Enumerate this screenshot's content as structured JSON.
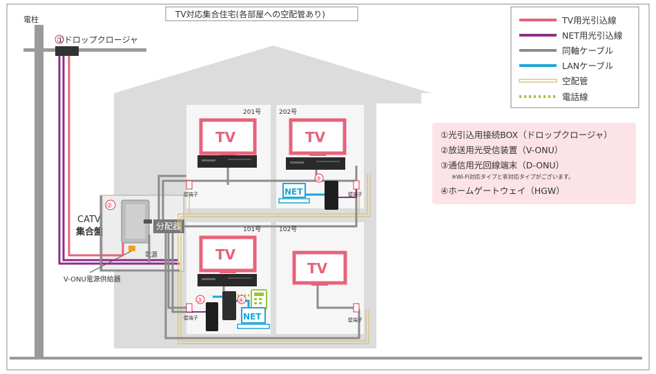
{
  "title": "TV対応集合住宅(各部屋への空配管あり)",
  "labels": {
    "pole": "電柱",
    "drop_closure": "①ドロップクロージャ",
    "catv_line1": "CATV",
    "catv_line2": "集合盤",
    "badge2": "②",
    "badge3": "③",
    "badge4": "④",
    "splitter": "分配器",
    "power": "電源",
    "v_onu_power": "V-ONU電源供給器",
    "tv": "TV",
    "net": "NET",
    "outlet": "壁端子"
  },
  "rooms": [
    {
      "id": "201",
      "label": "201号"
    },
    {
      "id": "202",
      "label": "202号"
    },
    {
      "id": "101",
      "label": "101号"
    },
    {
      "id": "102",
      "label": "102号"
    }
  ],
  "legend": [
    {
      "label": "TV用光引込線",
      "color": "#e8627a",
      "style": "solid"
    },
    {
      "label": "NET用光引込線",
      "color": "#8b2f87",
      "style": "solid"
    },
    {
      "label": "同軸ケーブル",
      "color": "#8c8c8c",
      "style": "solid"
    },
    {
      "label": "LANケーブル",
      "color": "#1aa6d8",
      "style": "solid"
    },
    {
      "label": "空配管",
      "color": "#d8c48a",
      "style": "double"
    },
    {
      "label": "電話線",
      "color": "#9ac43c",
      "style": "dotted"
    }
  ],
  "notes": {
    "n1": "①光引込用接続BOX（ドロップクロージャ）",
    "n2": "②放送用光受信装置（V-ONU）",
    "n3": "③通信用光回線端末（D-ONU）",
    "n3_sub": "※Wi-Fi対応タイプと非対応タイプがございます。",
    "n4": "④ホームゲートウェイ（HGW）"
  },
  "colors": {
    "tv_fiber": "#e8627a",
    "net_fiber": "#8b2f87",
    "coax": "#8c8c8c",
    "lan": "#1aa6d8",
    "conduit": "#d8c48a",
    "phone": "#9ac43c",
    "badge": "#e0304a",
    "house": "#dcdcdc",
    "room": "#f5f5f5",
    "notes_bg": "#fbe3e8"
  }
}
